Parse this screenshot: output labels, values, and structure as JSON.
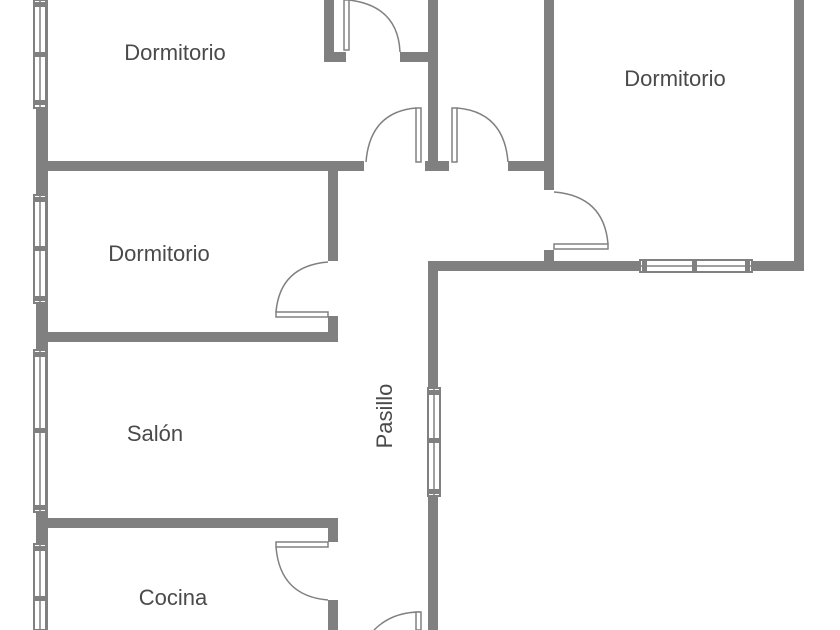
{
  "rooms": {
    "bedroom_top_left": "Dormitorio",
    "bedroom_top_right": "Dormitorio",
    "bedroom_middle_left": "Dormitorio",
    "living_room": "Salón",
    "kitchen": "Cocina",
    "hallway": "Pasillo"
  },
  "colors": {
    "wall": "#808080",
    "label": "#4a4a4a",
    "background": "#ffffff"
  }
}
